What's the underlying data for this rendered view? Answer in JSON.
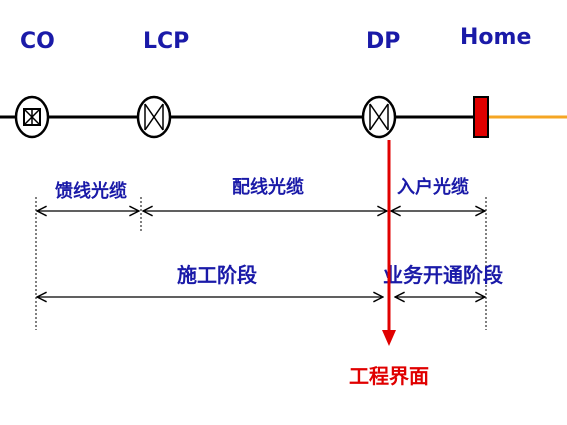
{
  "nodes": {
    "co": "CO",
    "lcp": "LCP",
    "dp": "DP",
    "home": "Home"
  },
  "cable_segments": {
    "feeder": "馈线光缆",
    "distribution": "配线光缆",
    "drop": "入户光缆"
  },
  "stages": {
    "construction": "施工阶段",
    "service_activation": "业务开通阶段"
  },
  "boundary_label": "工程界面",
  "colors": {
    "label_blue": "#1a1aa8",
    "boundary_red": "#e00000",
    "home_fill": "#e00000",
    "drop_line": "#f5a623",
    "line_black": "#000000"
  }
}
